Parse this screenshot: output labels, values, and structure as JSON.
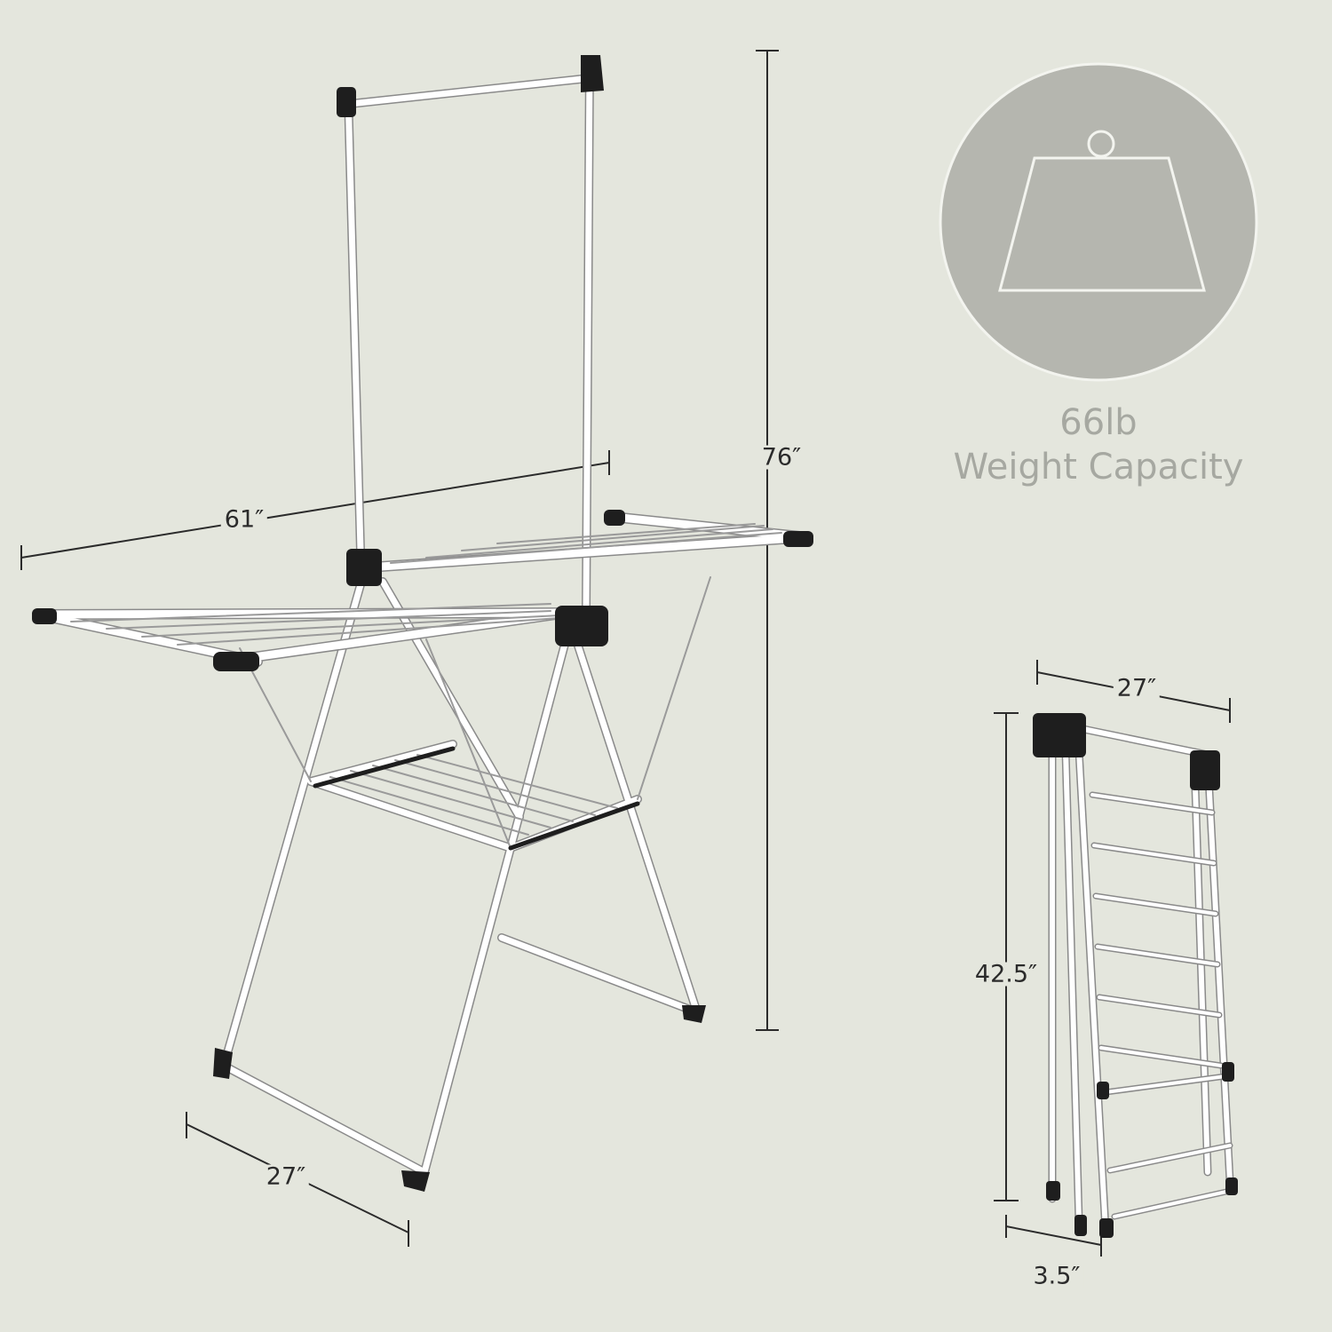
{
  "dimensions": {
    "height_full": "76″",
    "width_full": "61″",
    "depth_full": "27″",
    "width_folded": "27″",
    "height_folded": "42.5″",
    "depth_folded": "3.5″"
  },
  "weight_badge": {
    "value": "66lb",
    "label": "Weight Capacity",
    "icon": "weight-icon"
  },
  "colors": {
    "background": "#e4e6dd",
    "badge_fill": "#b5b6af",
    "badge_ring": "#f3f4ef",
    "frame": "#ffffff",
    "joints": "#1e1e1e",
    "dimension_line": "#2b2b2b",
    "caption_text": "#a6a8a1"
  }
}
